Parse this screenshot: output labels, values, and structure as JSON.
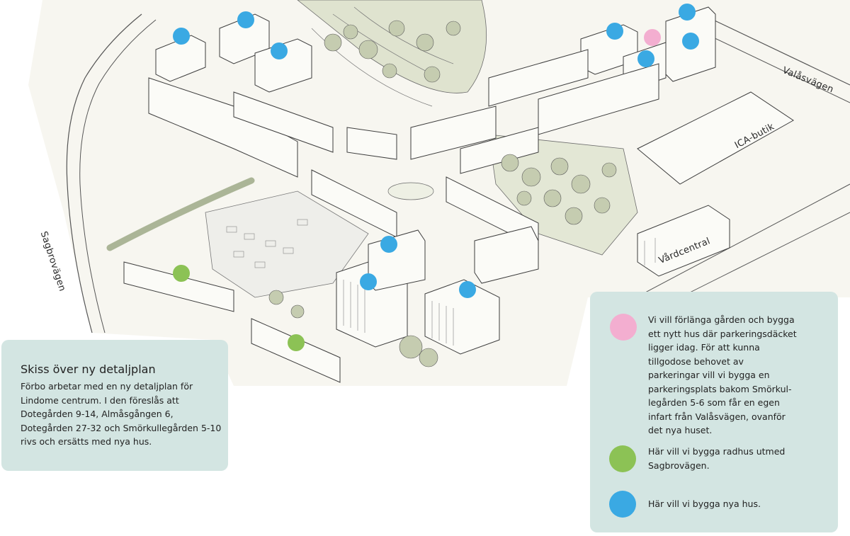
{
  "colors": {
    "pink": "#f3aed0",
    "green": "#8cc255",
    "blue": "#3aa9e3",
    "panel": "#d3e5e2",
    "foliage": "#c5ccb0",
    "line": "#4a4a4a"
  },
  "map": {
    "road_labels": {
      "sagbrovagen": "Sagbrovägen",
      "valasvagen": "Valåsvägen"
    },
    "building_labels": {
      "ica": "ICA-butik",
      "vardcentral": "Vårdcentral"
    }
  },
  "intro_panel": {
    "title": "Skiss över ny detaljplan",
    "body": "Förbo arbetar med en ny detaljplan för Lindome centrum. I den föreslås att Dotegården 9-14, Almåsgången 6, Dotegården 27-32 och Smörkullegården 5-10 rivs och ersätts med nya hus."
  },
  "legend": [
    {
      "color": "pink",
      "text": "Vi vill förlänga gården och bygga ett nytt hus där parkeringsdäcket ligger idag. För att kunna tillgodose behovet av parkeringar vill vi bygga en parkeringsplats bakom Smörkul-legården 5-6 som får en egen infart från Valåsvägen, ovanför det nya huset."
    },
    {
      "color": "green",
      "text": "Här vill vi bygga radhus utmed Sagbrovägen."
    },
    {
      "color": "blue",
      "text": "Här vill vi bygga nya hus."
    }
  ]
}
